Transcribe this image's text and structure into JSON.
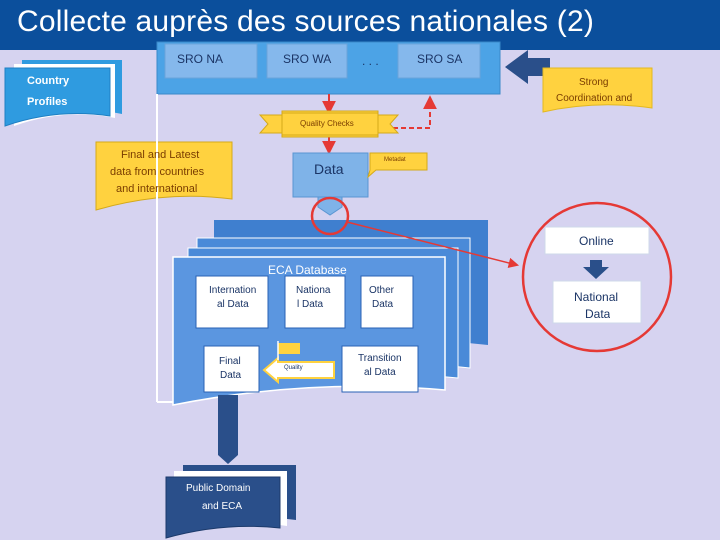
{
  "title": "Collecte auprès des sources nationales (2)",
  "colors": {
    "background": "#d6d3f0",
    "title_bar": "#0b4f9c",
    "box_blue": "#5b8fd6",
    "dark_blue": "#2a4f8a",
    "callout_yellow": "#ffd23f",
    "red_arrow": "#e53935"
  },
  "sro": {
    "boxes": [
      "SRO NA",
      "SRO WA",
      "SRO SA"
    ],
    "ellipsis": ". . ."
  },
  "country_profiles": {
    "line1": "Country",
    "line2": "Profiles"
  },
  "strong_coordination": {
    "line1": "Strong",
    "line2": "Coordination and"
  },
  "quality_checks": "Quality Checks",
  "data_box": "Data",
  "metadata": "Metadat",
  "final_latest": {
    "line1": "Final and Latest",
    "line2": "data from countries",
    "line3": "and international"
  },
  "eca_database": {
    "title": "ECA Database",
    "international": {
      "line1": "Internation",
      "line2": "al Data"
    },
    "national": {
      "line1": "Nationa",
      "line2": "l Data"
    },
    "other": {
      "line1": "Other",
      "line2": "Data"
    },
    "final": {
      "line1": "Final",
      "line2": "Data"
    },
    "transitional": {
      "line1": "Transition",
      "line2": "al Data"
    },
    "quality": "Quality"
  },
  "online": "Online",
  "national_data": {
    "line1": "National",
    "line2": "Data"
  },
  "public_domain": {
    "line1": "Public Domain",
    "line2": "and ECA"
  }
}
